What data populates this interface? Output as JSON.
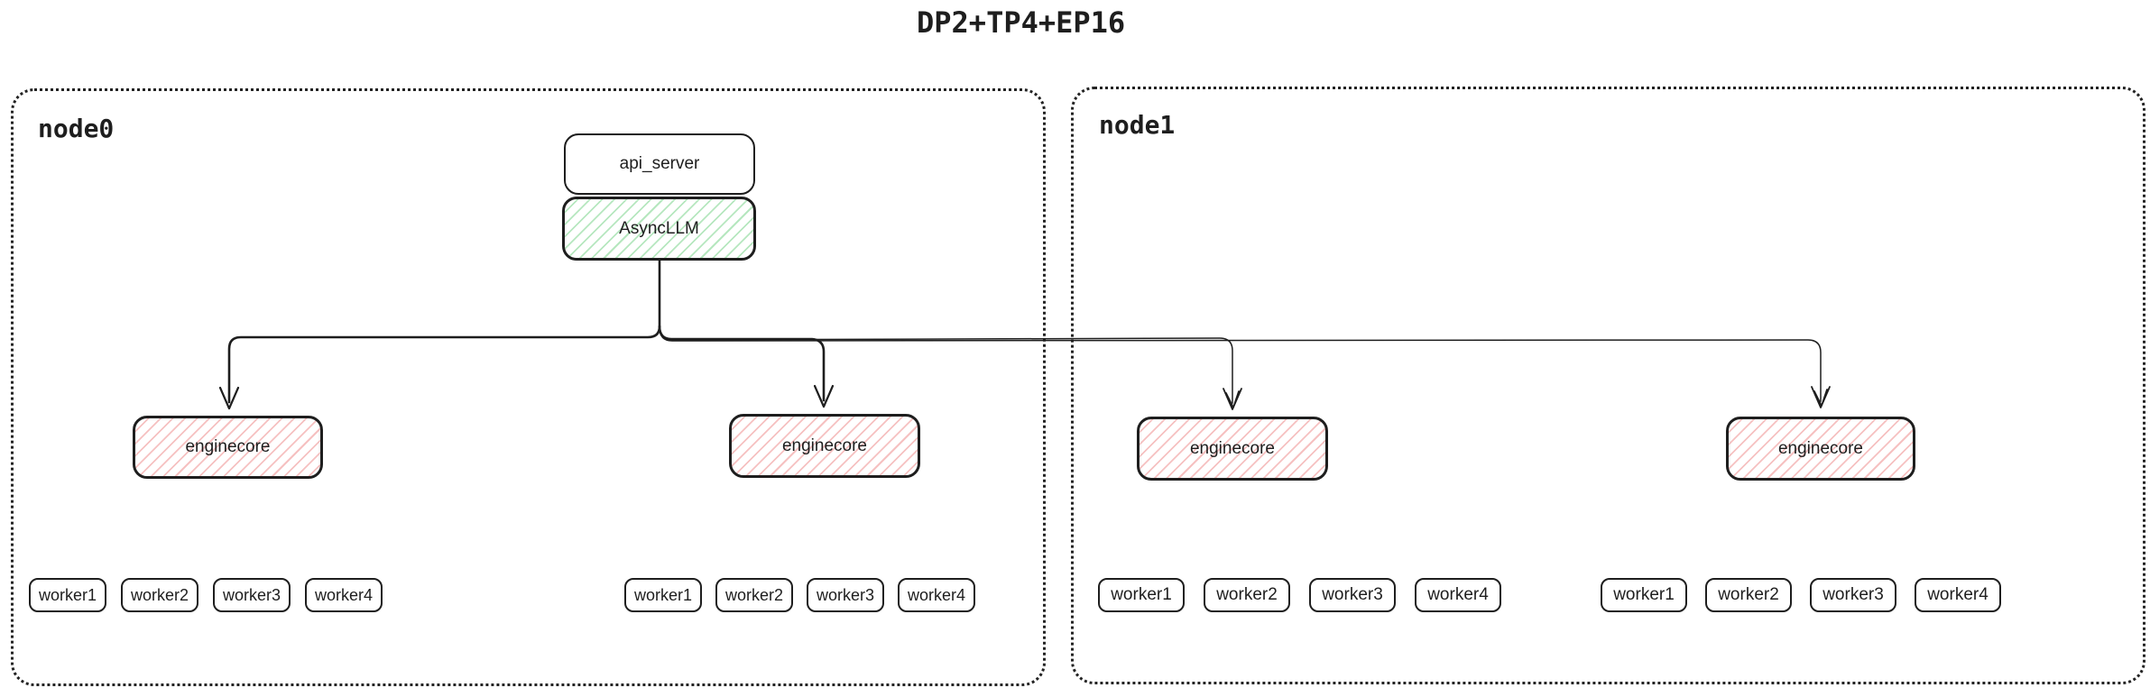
{
  "title": "DP2+TP4+EP16",
  "nodes": [
    {
      "label": "node0"
    },
    {
      "label": "node1"
    }
  ],
  "api_server": {
    "label": "api_server"
  },
  "async_llm": {
    "label": "AsyncLLM"
  },
  "enginecores": [
    {
      "label": "enginecore"
    },
    {
      "label": "enginecore"
    },
    {
      "label": "enginecore"
    },
    {
      "label": "enginecore"
    }
  ],
  "worker_groups": [
    {
      "workers": [
        "worker1",
        "worker2",
        "worker3",
        "worker4"
      ]
    },
    {
      "workers": [
        "worker1",
        "worker2",
        "worker3",
        "worker4"
      ]
    },
    {
      "workers": [
        "worker1",
        "worker2",
        "worker3",
        "worker4"
      ]
    },
    {
      "workers": [
        "worker1",
        "worker2",
        "worker3",
        "worker4"
      ]
    }
  ],
  "colors": {
    "stroke": "#1e1e1e",
    "green_hatch_accent": "#40c057",
    "red_hatch_accent": "#e03131",
    "background": "#ffffff"
  }
}
